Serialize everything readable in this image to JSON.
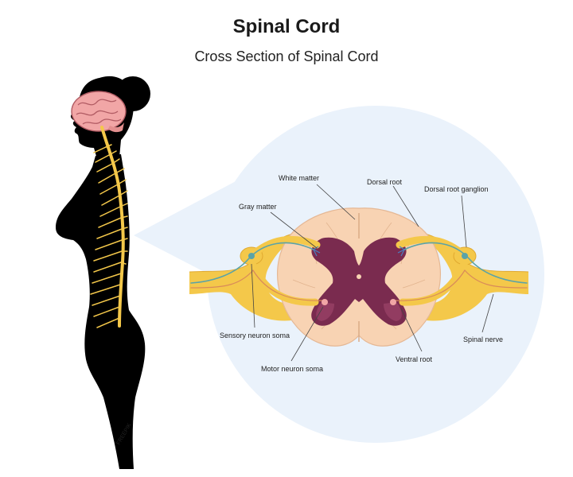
{
  "header": {
    "title": "Spinal Cord",
    "subtitle": "Cross Section of Spinal Cord"
  },
  "labels": {
    "white_matter": "White matter",
    "dorsal_root": "Dorsal root",
    "dorsal_root_ganglion": "Dorsal root ganglion",
    "gray_matter": "Gray matter",
    "sensory_neuron_soma": "Sensory neuron soma",
    "motor_neuron_soma": "Motor neuron soma",
    "ventral_root": "Ventral root",
    "spinal_nerve": "Spinal nerve"
  },
  "watermark": "FREEPIK",
  "colors": {
    "silhouette": "#000000",
    "brain": "#f1a6a6",
    "nerve": "#f4c84a",
    "white_matter": "#f8d3b3",
    "gray_matter": "#7a2b4f",
    "circle_bg": "#eaf2fb",
    "nerve_fiber": "#5aa3a8"
  }
}
